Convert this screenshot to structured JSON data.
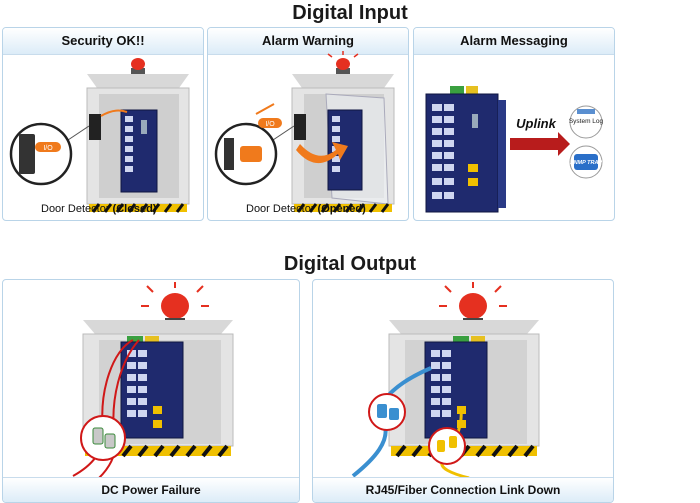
{
  "digital_input": {
    "title": "Digital Input",
    "panels": [
      {
        "title": "Security OK!!",
        "caption_prefix": "Door Detector ",
        "caption_state": "(Closed)",
        "io_label": "I/O"
      },
      {
        "title": "Alarm Warning",
        "caption_prefix": "Door Detector ",
        "caption_state": "(Opened)",
        "io_label": "I/O"
      },
      {
        "title": "Alarm Messaging",
        "uplink_label": "Uplink",
        "system_log_label": "System Log",
        "snmp_trap_label": "SNMP TRAP"
      }
    ]
  },
  "digital_output": {
    "title": "Digital Output",
    "panels": [
      {
        "title": "DC Power Failure"
      },
      {
        "title": "RJ45/Fiber Connection Link Down"
      }
    ]
  },
  "colors": {
    "panel_border": "#b9d4e8",
    "header_gradient_end": "#dcecf8",
    "device_blue": "#1f2a6e",
    "alarm_red": "#e53020",
    "detector_orange": "#f07a1c",
    "arrow_red": "#b81c1c"
  }
}
